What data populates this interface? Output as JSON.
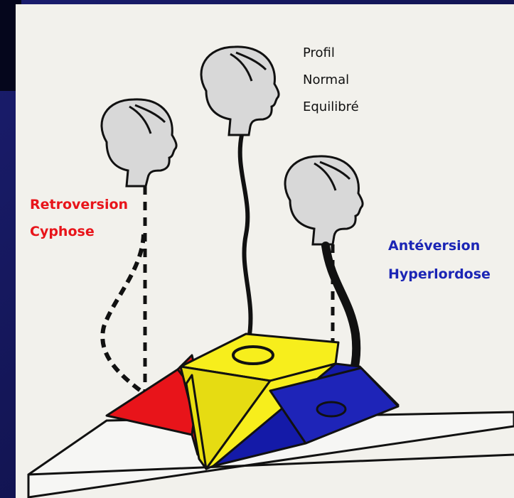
{
  "labels": {
    "normal": [
      "Profil",
      "Normal",
      "Equilibré"
    ],
    "retro": [
      "Retroversion",
      "Cyphose"
    ],
    "ante": [
      "Antéversion",
      "Hyperlordose"
    ]
  },
  "colors": {
    "frame": "#10124a",
    "paper": "#f2f1ec",
    "red": "#e8141a",
    "yellow": "#f7ee1c",
    "blue": "#141aa8",
    "retro_text": "#e8141a",
    "ante_text": "#1b25b5",
    "ink": "#111111"
  }
}
